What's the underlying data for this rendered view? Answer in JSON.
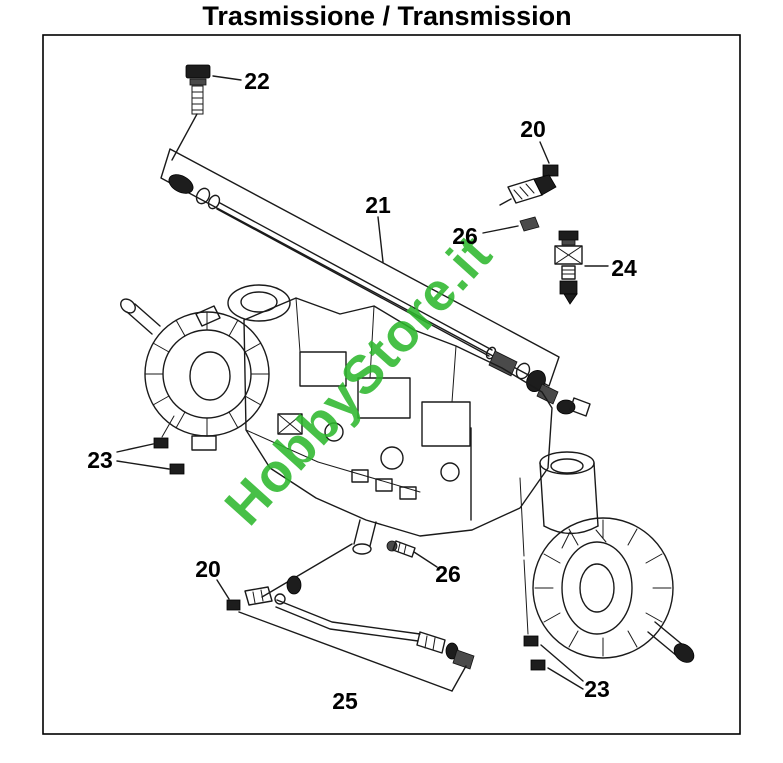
{
  "title": "Trasmissione / Transmission",
  "watermark": {
    "text": "HobbyStore.it",
    "color": "#2eb82e"
  },
  "callouts": {
    "c22": "22",
    "c20_top": "20",
    "c21": "21",
    "c26_right": "26",
    "c24": "24",
    "c23_left": "23",
    "c20_bottom": "20",
    "c26_bottom": "26",
    "c25": "25",
    "c23_right": "23"
  },
  "colors": {
    "line": "#1a1a1a",
    "border": "#000000",
    "background": "#ffffff"
  }
}
